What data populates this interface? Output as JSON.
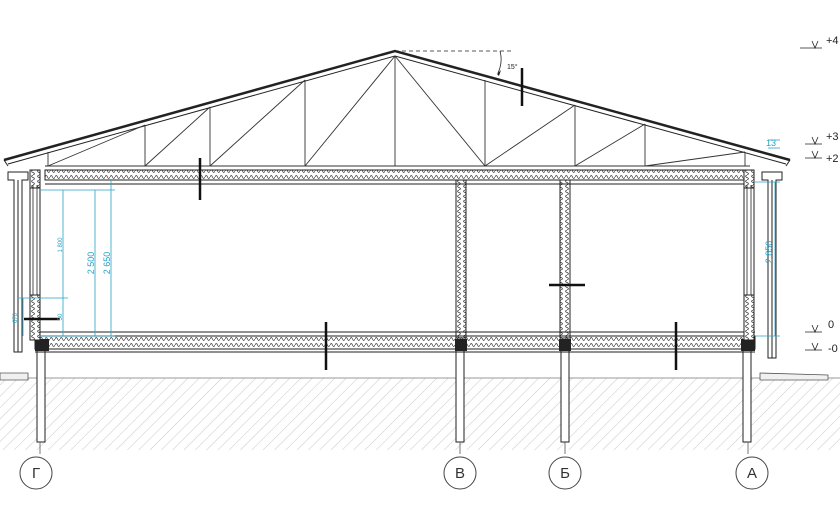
{
  "axes": [
    {
      "id": "g",
      "label": "Г"
    },
    {
      "id": "v",
      "label": "В"
    },
    {
      "id": "b",
      "label": "Б"
    },
    {
      "id": "a",
      "label": "А"
    }
  ],
  "levels": {
    "l1": "+4",
    "l2": "+3",
    "l3": "+2",
    "l4": "0",
    "l5": "-0"
  },
  "dimensions": {
    "height_2500": "2 500",
    "height_2650": "2 650",
    "height_1800": "1 800",
    "left_670": "670",
    "left_50": "50",
    "right_2850": "2 850",
    "eave_13": "13"
  },
  "roof_angle": "15°",
  "colors": {
    "line": "#222222",
    "dimension": "#29a3c9",
    "hatch": "#bbbbbb"
  }
}
